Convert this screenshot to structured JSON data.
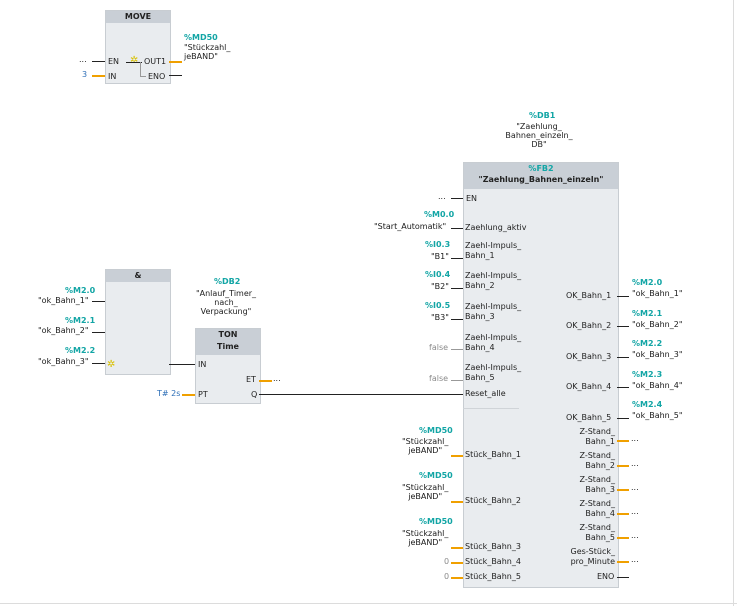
{
  "move": {
    "title": "MOVE",
    "en": "EN",
    "in": "IN",
    "out1": "OUT1",
    "eno": "ENO",
    "en_value": "...",
    "in_value": "3",
    "out_addr": "%MD50",
    "out_name": "\"Stückzahl_\njeBAND\""
  },
  "and_block": {
    "title": "&",
    "inputs": [
      {
        "addr": "%M2.0",
        "name": "\"ok_Bahn_1\""
      },
      {
        "addr": "%M2.1",
        "name": "\"ok_Bahn_2\""
      },
      {
        "addr": "%M2.2",
        "name": "\"ok_Bahn_3\""
      }
    ]
  },
  "ton": {
    "db_addr": "%DB2",
    "db_name": "\"Anlauf_Timer_\nnach_\nVerpackung\"",
    "title": "TON",
    "subtitle": "Time",
    "in": "IN",
    "pt": "PT",
    "et": "ET",
    "q": "Q",
    "pt_value": "T# 2s",
    "et_value": "..."
  },
  "fb": {
    "db_addr": "%DB1",
    "db_name": "\"Zaehlung_\nBahnen_einzeln_\nDB\"",
    "fb_addr": "%FB2",
    "fb_name": "\"Zaehlung_Bahnen_einzeln\"",
    "en": "EN",
    "en_value": "...",
    "eno": "ENO",
    "inputs": [
      {
        "pin": "Zaehlung_aktiv",
        "addr": "%M0.0",
        "value": "\"Start_Automatik\""
      },
      {
        "pin": "Zaehl-Impuls_\nBahn_1",
        "addr": "%I0.3",
        "value": "\"B1\""
      },
      {
        "pin": "Zaehl-Impuls_\nBahn_2",
        "addr": "%I0.4",
        "value": "\"B2\""
      },
      {
        "pin": "Zaehl-Impuls_\nBahn_3",
        "addr": "%I0.5",
        "value": "\"B3\""
      },
      {
        "pin": "Zaehl-Impuls_\nBahn_4",
        "addr": "",
        "value": "false"
      },
      {
        "pin": "Zaehl-Impuls_\nBahn_5",
        "addr": "",
        "value": "false"
      },
      {
        "pin": "Reset_alle",
        "addr": "",
        "value": ""
      },
      {
        "pin": "Stück_Bahn_1",
        "addr": "%MD50",
        "value": "\"Stückzahl_\njeBAND\""
      },
      {
        "pin": "Stück_Bahn_2",
        "addr": "%MD50",
        "value": "\"Stückzahl_\njeBAND\""
      },
      {
        "pin": "Stück_Bahn_3",
        "addr": "%MD50",
        "value": "\"Stückzahl_\njeBAND\""
      },
      {
        "pin": "Stück_Bahn_4",
        "addr": "",
        "value": "0"
      },
      {
        "pin": "Stück_Bahn_5",
        "addr": "",
        "value": "0"
      }
    ],
    "outputs": [
      {
        "pin": "OK_Bahn_1",
        "addr": "%M2.0",
        "value": "\"ok_Bahn_1\""
      },
      {
        "pin": "OK_Bahn_2",
        "addr": "%M2.1",
        "value": "\"ok_Bahn_2\""
      },
      {
        "pin": "OK_Bahn_3",
        "addr": "%M2.2",
        "value": "\"ok_Bahn_3\""
      },
      {
        "pin": "OK_Bahn_4",
        "addr": "%M2.3",
        "value": "\"ok_Bahn_4\""
      },
      {
        "pin": "OK_Bahn_5",
        "addr": "%M2.4",
        "value": "\"ok_Bahn_5\""
      },
      {
        "pin": "Z-Stand_\nBahn_1",
        "addr": "",
        "value": "..."
      },
      {
        "pin": "Z-Stand_\nBahn_2",
        "addr": "",
        "value": "..."
      },
      {
        "pin": "Z-Stand_\nBahn_3",
        "addr": "",
        "value": "..."
      },
      {
        "pin": "Z-Stand_\nBahn_4",
        "addr": "",
        "value": "..."
      },
      {
        "pin": "Z-Stand_\nBahn_5",
        "addr": "",
        "value": "..."
      },
      {
        "pin": "Ges-Stück_\npro_Minute",
        "addr": "",
        "value": "..."
      }
    ]
  },
  "colors": {
    "address": "#12a5a5",
    "header": "#c9cfd6",
    "block": "#e9ecef",
    "wire": "#222222",
    "orange": "#f0a000",
    "constant": "#2e6fb7"
  }
}
